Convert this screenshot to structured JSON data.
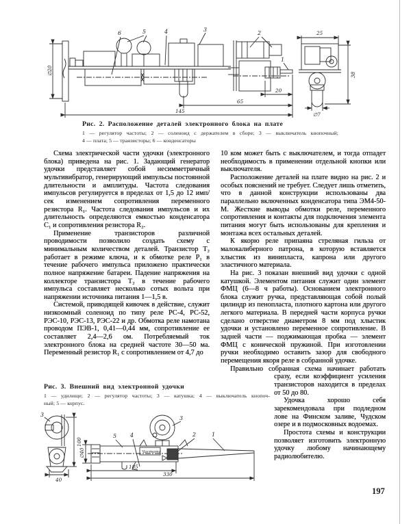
{
  "page": {
    "number": "197"
  },
  "fig2": {
    "caption": "Рис. 2. Расположение деталей электронного блока на плате",
    "legend_line1": "1 — регулятор частоты; 2 — соленоид с держателем в сборе; 3 — выключатель кнопочный;",
    "legend_line2": "4 — плата; 5 — транзисторы; 6 — конденсаторы",
    "dims": {
      "phi20": "∅20",
      "d20": "20",
      "d65": "65",
      "d145": "145",
      "d25": "25",
      "d38": "38",
      "phi7": "∅7"
    },
    "callouts": {
      "n1": "1",
      "n2": "2",
      "n3": "3",
      "n4": "4",
      "n5": "5",
      "n6": "6"
    }
  },
  "fig3": {
    "caption": "Рис. 3. Внешний вид электронной удочки",
    "legend_line1": "1 — удилище; 2 — регулятор частоты; 3 — катушка; 4 — выключатель кнопоч-",
    "legend_line2": "ный; 5 — корпус.",
    "knob_label": "Частота",
    "dims": {
      "d100": "100",
      "d40": "40",
      "phi40": "∅40",
      "d185": "185",
      "d330": "330"
    },
    "callouts": {
      "n1": "1",
      "n2": "2",
      "n3_left": "3",
      "n3": "3",
      "n4": "4",
      "n5": "5"
    }
  },
  "left_column": {
    "paragraphs": [
      "Схема электрической части удочки (электронного блока) приведена на рис. 1. Задающий генератор удочки представляет собой несимметричный мультивибратор, генерирующий импульсы постоянной длительности и амплитуды. Частота следования импульсов регулируется в пределах от 1,5 до 12 имп/сек изменением сопротивления переменного резистора R₁. Частота следования импульсов и их длительность определяются емкостью конденсатора C₁ и сопротивления резистора R₂.",
      "Применение транзисторов различной проводимости позволило создать схему с минимальным количеством деталей. Транзистор T₂ работает в режиме ключа, и к обмотке реле P₁ в течение рабочего импульса приложено практически полное напряжение батареи. Падение напряжения на коллекторе транзистора T₂ в течение рабочего импульса составляет несколько сотых вольта при напряжении источника питания 1—1,5 в.",
      "Системой, приводящей кивочек в действие, служит низкоомный соленоид по типу реле РС-4, РС-52, РЭС-10, РЭС-13, РЭС-22 и др. Обмотка реле намотана проводом ПЭВ-1, 0,41—0,44 мм, сопротивление ее составляет 2,4—2,6 ом. Потребляемый ток электронного блока на средней частоте 30—50 ма. Переменный резистор R₁ с сопротивлением от 4,7 до"
    ]
  },
  "right_column": {
    "paragraphs": [
      "10 ком может быть с выключателем, и тогда отпадет необходимость в применении отдельной кнопки или выключателя.",
      "Расположение деталей на плате видно на рис. 2 и особых пояснений не требует. Следует лишь отметить, что в данной конструкции использованы два параллельно включенных конденсатора типа ЭМ4-50-М. Жесткие выводы обмотки реле, переменного сопротивления и контакты для подключения элемента питания могут быть использованы для крепления и монтажа всех остальных деталей.",
      "К якорю реле припаяна стреляная гильза от малокалиберного патрона, в которую вставляется хлыстик из винипласта, капрона или другого эластичного материала.",
      "На рис. 3 показан внешний вид удочки с одной катушкой. Элементом питания служит один элемент ФМЦ (6—8 ч работы). Основанием электронного блока служит ручка, представляющая собой полый цилиндр из пенопласта, плотного картона или другого легкого материала. В передней части корпуса ручки сделано отверстие диаметром 8 мм под хлыстик удочки и установлено переменное сопротивление. В задней части — поджимающая пробка — элемент ФМЦ с конической пружиной. При изготовлении ручки необходимо оставить зазор для свободного перемещения якоря реле в собранной удочке.",
      "Правильно собранная схема начинает работать сразу, если коэффициент усиления транзисторов находится в пределах от 50 до 80.",
      "Удочка хорошо себя зарекомендовала при подледном лове на Финском заливе, Чудском озере и в подмосковных водоемах.",
      "Простота схемы и конструкции позволяет изготовить электронную удочку любому начинающему радиолюбителю."
    ]
  }
}
